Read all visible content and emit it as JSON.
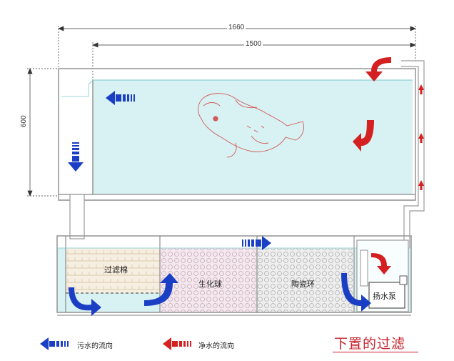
{
  "dimensions": {
    "width_outer": "1660",
    "width_inner": "1500",
    "height": "600"
  },
  "zones": {
    "filter_cotton": "过滤棉",
    "bio_balls": "生化球",
    "ceramic_rings": "陶瓷环",
    "pump": "扬水泵"
  },
  "legend": {
    "dirty_flow": "污水的流向",
    "clean_flow": "净水的流向"
  },
  "title": "下置的过滤",
  "colors": {
    "dirty": "#1a3fc4",
    "clean": "#d42020",
    "water": "#c9ecef",
    "wall": "#9a9a9a"
  }
}
